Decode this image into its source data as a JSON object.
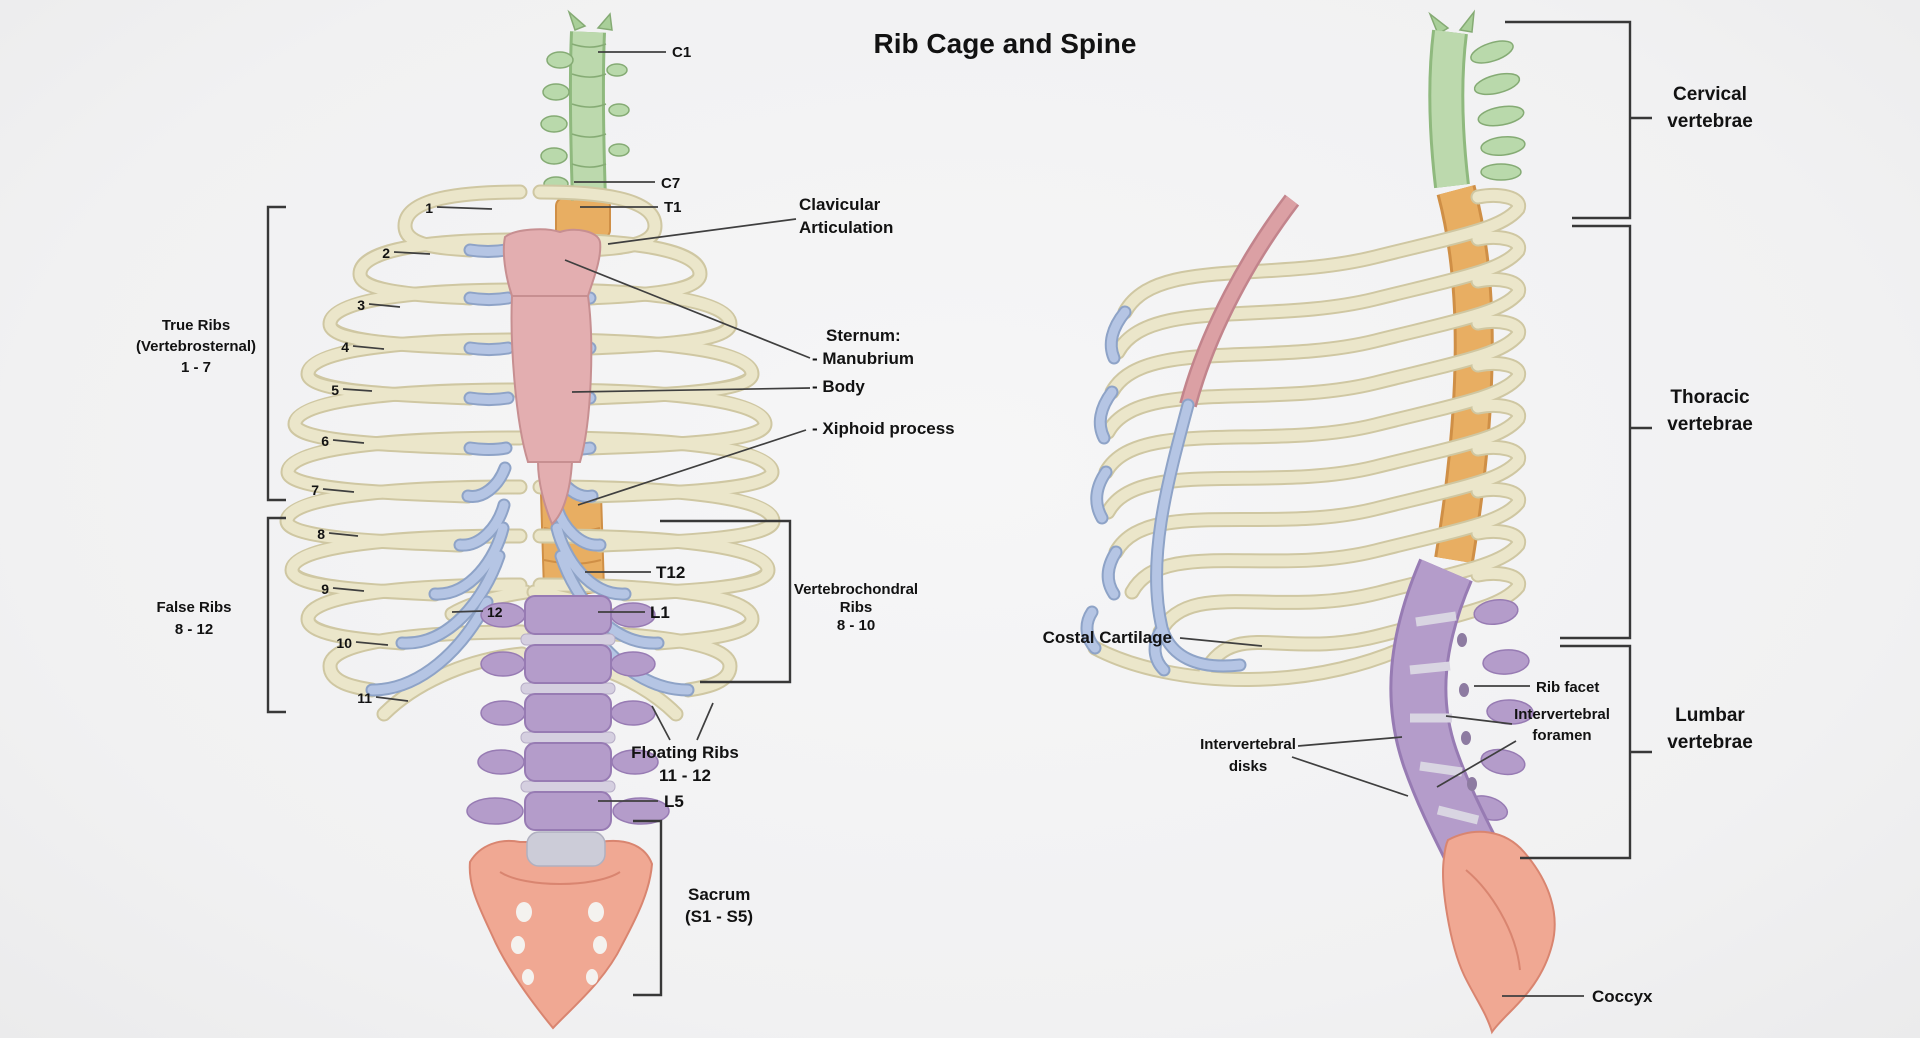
{
  "title": "Rib Cage and Spine",
  "anterior": {
    "c1": "C1",
    "c7": "C7",
    "t1": "T1",
    "clavicular_1": "Clavicular",
    "clavicular_2": "Articulation",
    "sternum_heading": "Sternum:",
    "manubrium": "- Manubrium",
    "body": "- Body",
    "xiphoid": "- Xiphoid process",
    "t12": "T12",
    "l1": "L1",
    "l5": "L5",
    "rib12": "12",
    "true_ribs_1": "True Ribs",
    "true_ribs_2": "(Vertebrosternal)",
    "true_ribs_3": "1 - 7",
    "false_ribs_1": "False Ribs",
    "false_ribs_2": "8 - 12",
    "vertebrochondral_1": "Vertebrochondral",
    "vertebrochondral_2": "Ribs",
    "vertebrochondral_3": "8 - 10",
    "floating_1": "Floating Ribs",
    "floating_2": "11 - 12",
    "sacrum_1": "Sacrum",
    "sacrum_2": "(S1 - S5)",
    "rib_numbers": [
      "1",
      "2",
      "3",
      "4",
      "5",
      "6",
      "7",
      "8",
      "9",
      "10",
      "11"
    ]
  },
  "lateral": {
    "costal_cartilage": "Costal Cartilage",
    "rib_facet": "Rib facet",
    "intervertebral_foramen_1": "Intervertebral",
    "intervertebral_foramen_2": "foramen",
    "intervertebral_disks_1": "Intervertebral",
    "intervertebral_disks_2": "disks",
    "coccyx": "Coccyx",
    "cervical_1": "Cervical",
    "cervical_2": "vertebrae",
    "thoracic_1": "Thoracic",
    "thoracic_2": "vertebrae",
    "lumbar_1": "Lumbar",
    "lumbar_2": "vertebrae"
  },
  "colors": {
    "cervical_vertebrae": "#b9d9ab",
    "ribs": "#ebe6ca",
    "costal_cartilage": "#b5c5e4",
    "sternum": "#e3aeb0",
    "thoracic_vertebrae": "#e8ae62",
    "lumbar_vertebrae": "#b49cca",
    "sacrum": "#f0a893",
    "background": "#f3f3f4",
    "leader_line": "#3f3f3f"
  }
}
